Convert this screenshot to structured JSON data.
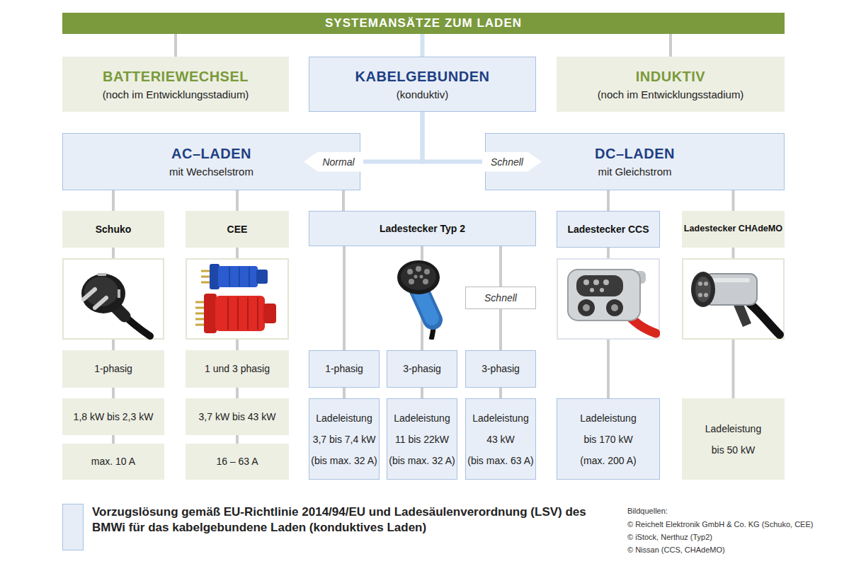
{
  "diagram": {
    "nodes": [
      {
        "text": [
          "SYSTEMANSÄTZE ZUM LADEN"
        ]
      },
      {
        "text": [
          "BATTERIEWECHSEL",
          "(noch im Entwicklungsstadium)"
        ]
      },
      {
        "text": [
          "KABELGEBUNDEN",
          "(konduktiv)"
        ]
      },
      {
        "text": [
          "INDUKTIV",
          "(noch im Entwicklungsstadium)"
        ]
      },
      {
        "text": [
          "AC–LADEN",
          "mit Wechselstrom"
        ]
      },
      {
        "text": [
          "DC–LADEN",
          "mit Gleichstrom"
        ]
      },
      {
        "text": [
          "Schuko"
        ]
      },
      {
        "text": [
          "CEE"
        ]
      },
      {
        "text": [
          "Ladestecker Typ 2"
        ]
      },
      {
        "text": [
          "Ladestecker CCS"
        ]
      },
      {
        "text": [
          "Ladestecker CHAdeMO"
        ]
      },
      {
        "text": [
          "Schnell"
        ]
      },
      {
        "text": [
          "1-phasig"
        ]
      },
      {
        "text": [
          "1 und 3 phasig"
        ]
      },
      {
        "text": [
          "1-phasig"
        ]
      },
      {
        "text": [
          "3-phasig"
        ]
      },
      {
        "text": [
          "3-phasig"
        ]
      },
      {
        "text": [
          "1,8 kW bis 2,3 kW"
        ]
      },
      {
        "text": [
          "3,7 kW bis 43 kW"
        ]
      },
      {
        "text": [
          "Ladeleistung",
          "3,7 bis 7,4 kW",
          "(bis max. 32 A)"
        ]
      },
      {
        "text": [
          "Ladeleistung",
          "11 bis 22kW",
          "(bis max. 32 A)"
        ]
      },
      {
        "text": [
          "Ladeleistung",
          "43 kW",
          "(bis max. 63 A)"
        ]
      },
      {
        "text": [
          "Ladeleistung",
          "bis 170 kW",
          "(max. 200 A)"
        ]
      },
      {
        "text": [
          "Ladeleistung",
          "bis 50 kW"
        ]
      },
      {
        "text": [
          "max. 10 A"
        ]
      },
      {
        "text": [
          "16 – 63 A"
        ]
      }
    ],
    "edges": [
      {
        "from": 0,
        "to": 1,
        "arrow": "none"
      },
      {
        "from": 0,
        "to": 2,
        "arrow": "none"
      },
      {
        "from": 0,
        "to": 3,
        "arrow": "none"
      },
      {
        "from": 2,
        "to": 4,
        "label": "Normal",
        "arrow": "none"
      },
      {
        "from": 2,
        "to": 5,
        "label": "Schnell",
        "arrow": "none"
      },
      {
        "from": 4,
        "to": 6,
        "arrow": "none"
      },
      {
        "from": 4,
        "to": 7,
        "arrow": "none"
      },
      {
        "from": 4,
        "to": 8,
        "arrow": "none"
      },
      {
        "from": 5,
        "to": 9,
        "arrow": "none"
      },
      {
        "from": 5,
        "to": 10,
        "arrow": "none"
      },
      {
        "from": 6,
        "to": 12,
        "arrow": "none"
      },
      {
        "from": 7,
        "to": 13,
        "arrow": "none"
      },
      {
        "from": 8,
        "to": 14,
        "arrow": "none"
      },
      {
        "from": 8,
        "to": 15,
        "arrow": "none"
      },
      {
        "from": 8,
        "to": 11,
        "arrow": "none"
      },
      {
        "from": 11,
        "to": 16,
        "arrow": "none"
      },
      {
        "from": 9,
        "to": 22,
        "arrow": "none"
      },
      {
        "from": 10,
        "to": 23,
        "arrow": "none"
      },
      {
        "from": 12,
        "to": 17,
        "arrow": "none"
      },
      {
        "from": 13,
        "to": 18,
        "arrow": "none"
      },
      {
        "from": 14,
        "to": 19,
        "arrow": "none"
      },
      {
        "from": 15,
        "to": 20,
        "arrow": "none"
      },
      {
        "from": 16,
        "to": 21,
        "arrow": "none"
      },
      {
        "from": 17,
        "to": 24,
        "arrow": "none"
      },
      {
        "from": 18,
        "to": 25,
        "arrow": "none"
      }
    ],
    "labels": [
      "Bildquellen:",
      "© Reichelt Elektronik GmbH & Co. KG (Schuko, CEE)",
      "© iStock, Nerthuz (Typ2)",
      "© Nissan (CCS, CHAdeMO)"
    ],
    "legend": [
      {
        "text": "Vorzugslösung gemäß EU-Richtlinie 2014/94/EU und Ladesäulenverordnung (LSV) des BMWi für das kabelgebundene Laden (konduktives Laden)",
        "color": "#e6edf7"
      }
    ]
  }
}
